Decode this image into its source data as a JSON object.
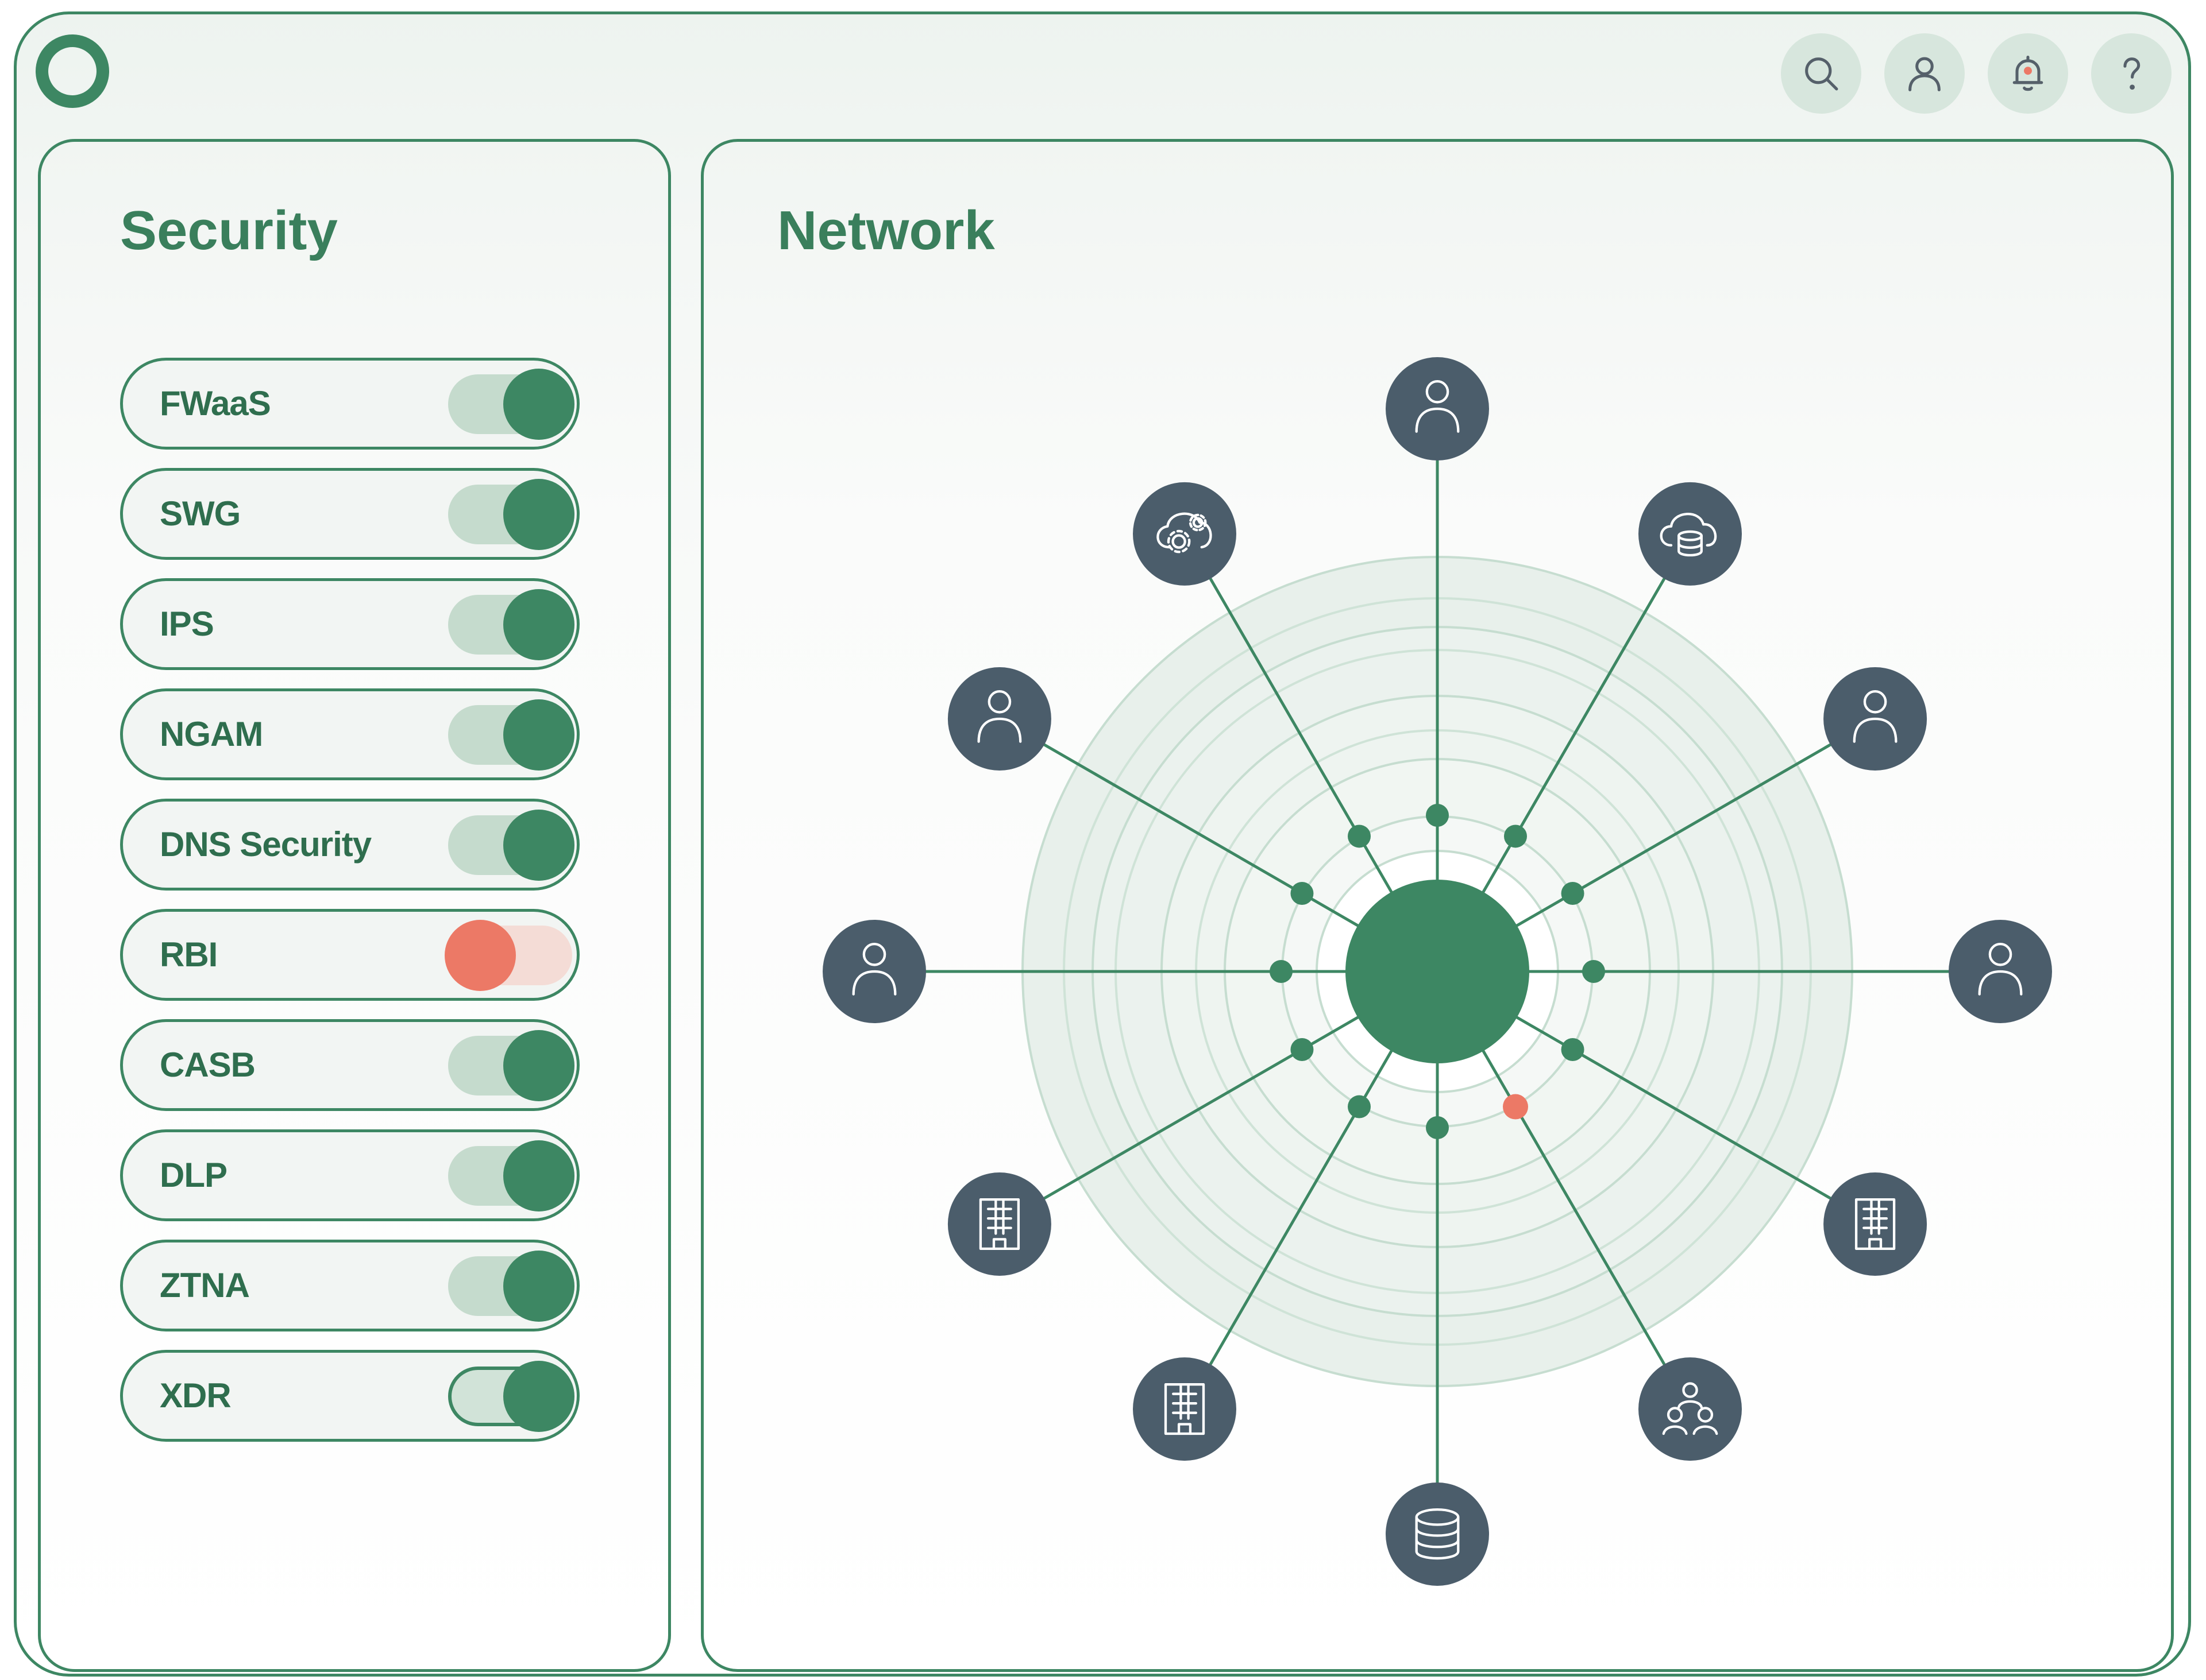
{
  "header": {
    "logo": "ring-logo",
    "icons": [
      "search-icon",
      "user-icon",
      "bell-icon",
      "help-icon"
    ],
    "notification_dot_color": "#ec7966"
  },
  "security": {
    "title": "Security",
    "toggles": [
      {
        "label": "FWaaS",
        "on": true
      },
      {
        "label": "SWG",
        "on": true
      },
      {
        "label": "IPS",
        "on": true
      },
      {
        "label": "NGAM",
        "on": true
      },
      {
        "label": "DNS Security",
        "on": true
      },
      {
        "label": "RBI",
        "on": false
      },
      {
        "label": "CASB",
        "on": true
      },
      {
        "label": "DLP",
        "on": true
      },
      {
        "label": "ZTNA",
        "on": true
      },
      {
        "label": "XDR",
        "on": true
      }
    ]
  },
  "network": {
    "title": "Network",
    "nodes": [
      {
        "icon": "user-icon"
      },
      {
        "icon": "cloud-database-icon"
      },
      {
        "icon": "user-icon"
      },
      {
        "icon": "user-icon"
      },
      {
        "icon": "building-icon"
      },
      {
        "icon": "team-icon"
      },
      {
        "icon": "database-icon"
      },
      {
        "icon": "building-icon"
      },
      {
        "icon": "building-icon"
      },
      {
        "icon": "user-icon"
      },
      {
        "icon": "user-icon"
      },
      {
        "icon": "cloud-settings-icon"
      }
    ],
    "alert_connection": "team-icon",
    "colors": {
      "accent": "#3d8763",
      "node": "#4b5d6b",
      "alert": "#ec7966"
    }
  }
}
